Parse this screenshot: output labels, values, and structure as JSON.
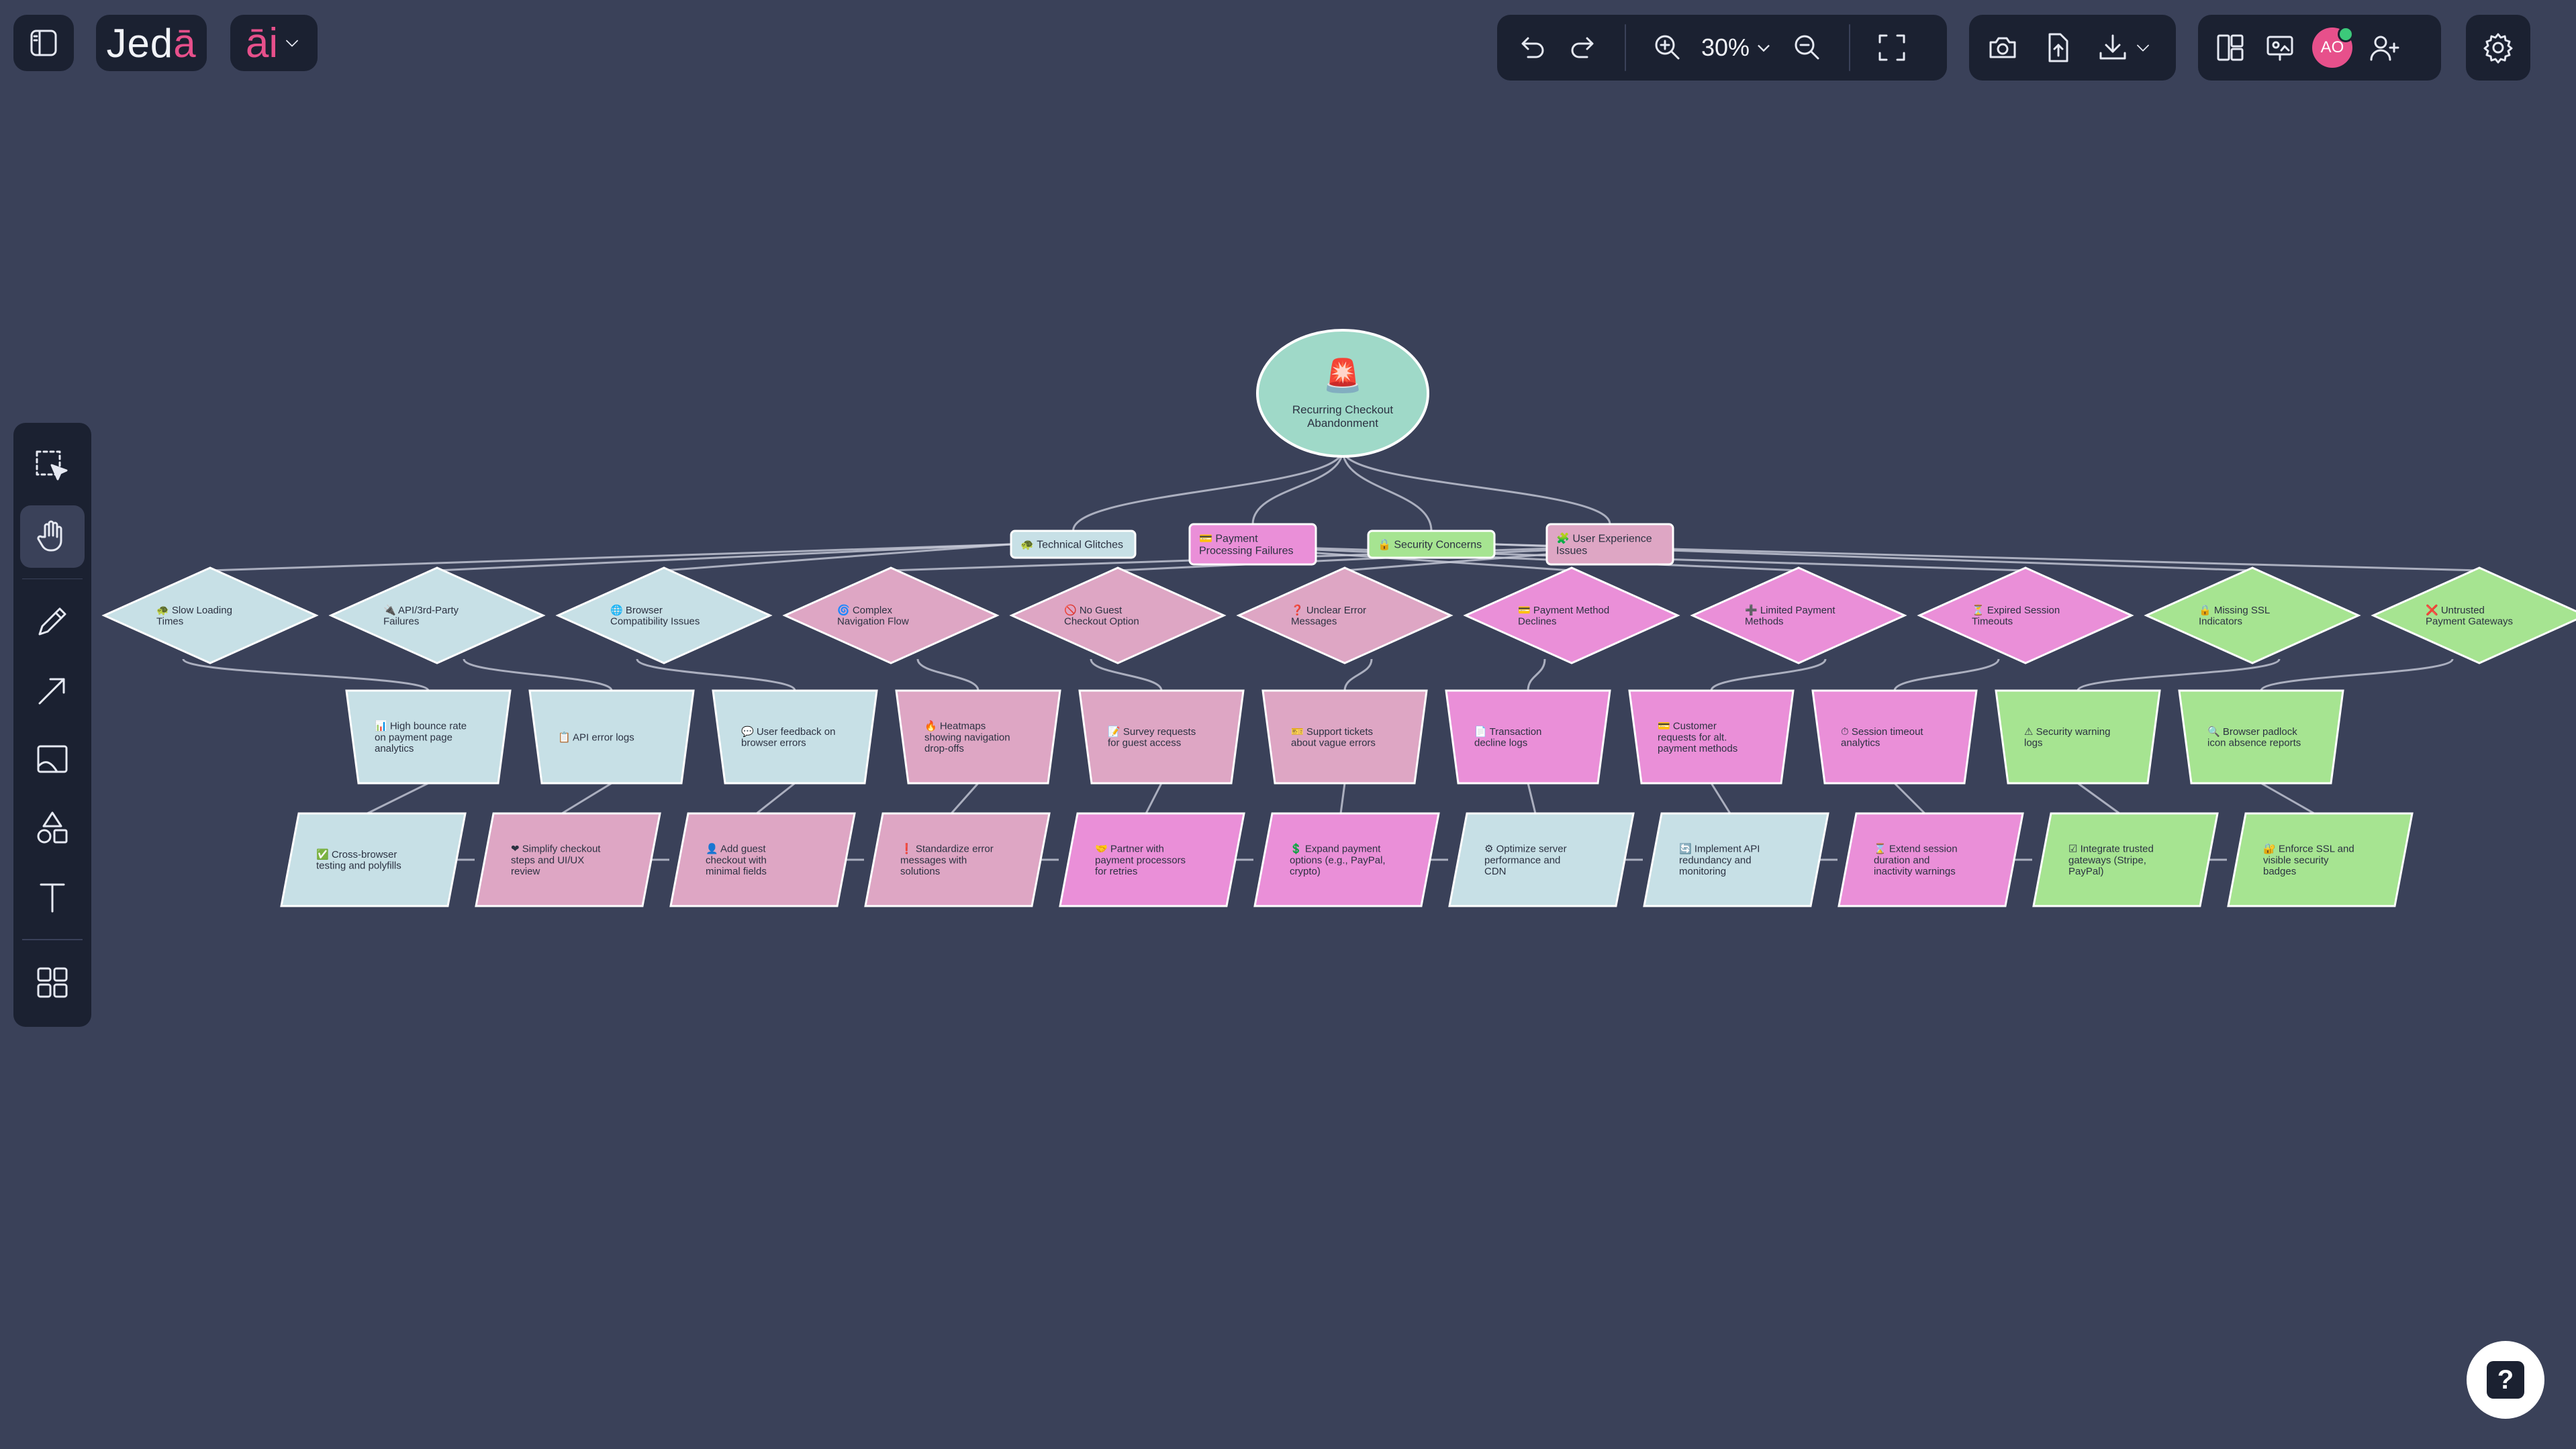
{
  "brand": {
    "name_main": "Jed",
    "name_accent": "ā"
  },
  "ai": {
    "label": "āi"
  },
  "toolbar": {
    "zoom_level": "30%"
  },
  "user": {
    "initials": "AO"
  },
  "help": {
    "label": "?"
  },
  "colors": {
    "canvas_bg": "#3a4159",
    "toolbar_bg": "#1b2131",
    "accent": "#e7508b",
    "cat_blue": "#c7e0e6",
    "cat_pink": "#dea6c4",
    "cat_magenta": "#ea8fd8",
    "cat_green": "#a6e491",
    "root_fill": "#9fd9c8",
    "connector": "#c8cbd8"
  },
  "diagram": {
    "root": {
      "emoji": "🚨",
      "lines": [
        "Recurring Checkout",
        "Abandonment"
      ]
    },
    "categories": [
      {
        "emoji": "🐢",
        "lines": [
          "Technical Glitches"
        ],
        "color": "blue"
      },
      {
        "emoji": "💳",
        "lines": [
          "Payment",
          "Processing Failures"
        ],
        "color": "magenta"
      },
      {
        "emoji": "🔒",
        "lines": [
          "Security Concerns"
        ],
        "color": "green"
      },
      {
        "emoji": "🧩",
        "lines": [
          "User Experience",
          "Issues"
        ],
        "color": "pink"
      }
    ],
    "causes": [
      {
        "emoji": "🐢",
        "lines": [
          "Slow Loading",
          "Times"
        ],
        "color": "blue"
      },
      {
        "emoji": "🔌",
        "lines": [
          "API/3rd-Party",
          "Failures"
        ],
        "color": "blue"
      },
      {
        "emoji": "🌐",
        "lines": [
          "Browser",
          "Compatibility Issues"
        ],
        "color": "blue"
      },
      {
        "emoji": "🌀",
        "lines": [
          "Complex",
          "Navigation Flow"
        ],
        "color": "pink"
      },
      {
        "emoji": "🚫",
        "lines": [
          "No Guest",
          "Checkout Option"
        ],
        "color": "pink"
      },
      {
        "emoji": "❓",
        "lines": [
          "Unclear Error",
          "Messages"
        ],
        "color": "pink"
      },
      {
        "emoji": "💳",
        "lines": [
          "Payment Method",
          "Declines"
        ],
        "color": "magenta"
      },
      {
        "emoji": "➕",
        "lines": [
          "Limited Payment",
          "Methods"
        ],
        "color": "magenta"
      },
      {
        "emoji": "⏳",
        "lines": [
          "Expired Session",
          "Timeouts"
        ],
        "color": "magenta"
      },
      {
        "emoji": "🔒",
        "lines": [
          "Missing SSL",
          "Indicators"
        ],
        "color": "green"
      },
      {
        "emoji": "❌",
        "lines": [
          "Untrusted",
          "Payment Gateways"
        ],
        "color": "green"
      }
    ],
    "evidence": [
      {
        "emoji": "📊",
        "lines": [
          "High bounce rate",
          "on payment page",
          "analytics"
        ],
        "color": "blue"
      },
      {
        "emoji": "📋",
        "lines": [
          "API error logs"
        ],
        "color": "blue"
      },
      {
        "emoji": "💬",
        "lines": [
          "User feedback on",
          "browser errors"
        ],
        "color": "blue"
      },
      {
        "emoji": "🔥",
        "lines": [
          "Heatmaps",
          "showing navigation",
          "drop-offs"
        ],
        "color": "pink"
      },
      {
        "emoji": "📝",
        "lines": [
          "Survey requests",
          "for guest access"
        ],
        "color": "pink"
      },
      {
        "emoji": "🎫",
        "lines": [
          "Support tickets",
          "about vague errors"
        ],
        "color": "pink"
      },
      {
        "emoji": "📄",
        "lines": [
          "Transaction",
          "decline logs"
        ],
        "color": "magenta"
      },
      {
        "emoji": "💳",
        "lines": [
          "Customer",
          "requests for alt.",
          "payment methods"
        ],
        "color": "magenta"
      },
      {
        "emoji": "⏱",
        "lines": [
          "Session timeout",
          "analytics"
        ],
        "color": "magenta"
      },
      {
        "emoji": "⚠",
        "lines": [
          "Security warning",
          "logs"
        ],
        "color": "green"
      },
      {
        "emoji": "🔍",
        "lines": [
          "Browser padlock",
          "icon absence reports"
        ],
        "color": "green"
      }
    ],
    "solutions": [
      {
        "emoji": "✅",
        "lines": [
          "Cross-browser",
          "testing and polyfills"
        ],
        "color": "blue"
      },
      {
        "emoji": "❤",
        "lines": [
          "Simplify checkout",
          "steps and UI/UX",
          "review"
        ],
        "color": "pink"
      },
      {
        "emoji": "👤",
        "lines": [
          "Add guest",
          "checkout with",
          "minimal fields"
        ],
        "color": "pink"
      },
      {
        "emoji": "❗",
        "lines": [
          "Standardize error",
          "messages with",
          "solutions"
        ],
        "color": "pink"
      },
      {
        "emoji": "🤝",
        "lines": [
          "Partner with",
          "payment processors",
          "for retries"
        ],
        "color": "magenta"
      },
      {
        "emoji": "💲",
        "lines": [
          "Expand payment",
          "options (e.g., PayPal,",
          "crypto)"
        ],
        "color": "magenta"
      },
      {
        "emoji": "⚙",
        "lines": [
          "Optimize server",
          "performance and",
          "CDN"
        ],
        "color": "blue"
      },
      {
        "emoji": "🔄",
        "lines": [
          "Implement API",
          "redundancy and",
          "monitoring"
        ],
        "color": "blue"
      },
      {
        "emoji": "⌛",
        "lines": [
          "Extend session",
          "duration and",
          "inactivity warnings"
        ],
        "color": "magenta"
      },
      {
        "emoji": "☑",
        "lines": [
          "Integrate trusted",
          "gateways (Stripe,",
          "PayPal)"
        ],
        "color": "green"
      },
      {
        "emoji": "🔐",
        "lines": [
          "Enforce SSL and",
          "visible security",
          "badges"
        ],
        "color": "green"
      }
    ]
  }
}
